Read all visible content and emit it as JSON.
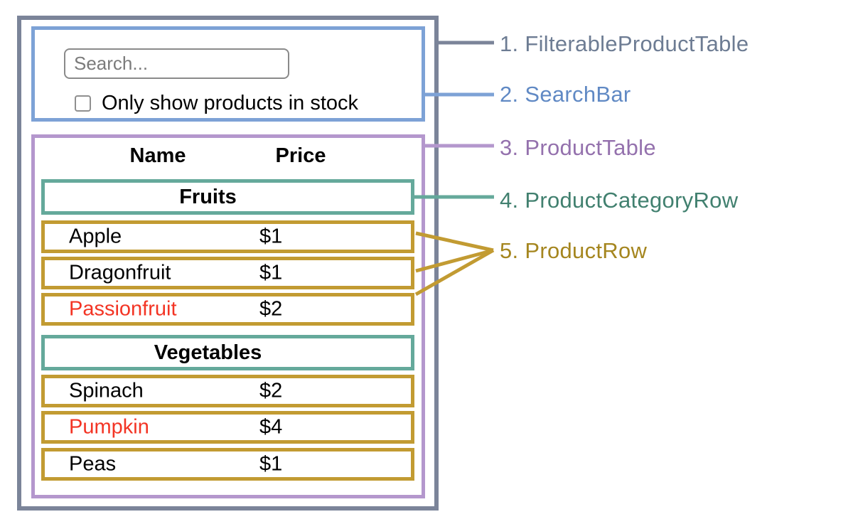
{
  "colors": {
    "slate": "#7b8499",
    "blue": "#7da2d6",
    "purple": "#b497cd",
    "teal": "#65a99b",
    "gold": "#c29b32",
    "label_slate": "#6d7c93",
    "label_blue": "#6089c4",
    "label_purple": "#9471ad",
    "label_teal": "#41806f",
    "label_gold": "#a5861f",
    "out_of_stock_red": "#f33424",
    "text_black": "#000000"
  },
  "search_bar": {
    "placeholder": "Search...",
    "checkbox_label": "Only show products in stock"
  },
  "table": {
    "name_header": "Name",
    "price_header": "Price",
    "sections": [
      {
        "category": "Fruits",
        "rows": [
          {
            "name": "Apple",
            "price": "$1",
            "name_color": "#000000"
          },
          {
            "name": "Dragonfruit",
            "price": "$1",
            "name_color": "#000000"
          },
          {
            "name": "Passionfruit",
            "price": "$2",
            "name_color": "#f33424"
          }
        ]
      },
      {
        "category": "Vegetables",
        "rows": [
          {
            "name": "Spinach",
            "price": "$2",
            "name_color": "#000000"
          },
          {
            "name": "Pumpkin",
            "price": "$4",
            "name_color": "#f33424"
          },
          {
            "name": "Peas",
            "price": "$1",
            "name_color": "#000000"
          }
        ]
      }
    ]
  },
  "labels": [
    {
      "text": "1. FilterableProductTable",
      "color": "#6d7c93"
    },
    {
      "text": "2. SearchBar",
      "color": "#6089c4"
    },
    {
      "text": "3. ProductTable",
      "color": "#9471ad"
    },
    {
      "text": "4. ProductCategoryRow",
      "color": "#41806f"
    },
    {
      "text": "5. ProductRow",
      "color": "#a5861f"
    }
  ]
}
